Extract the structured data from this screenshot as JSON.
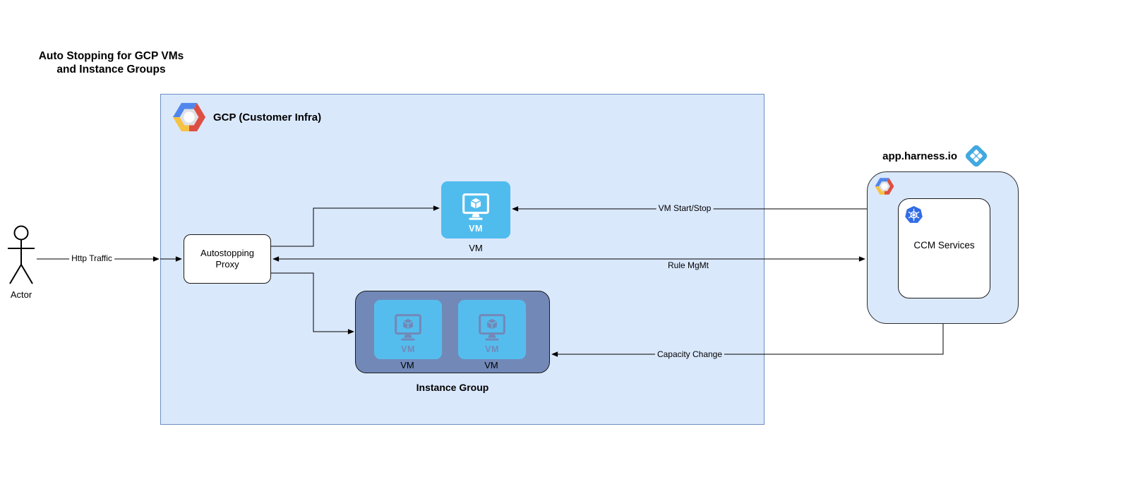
{
  "title": {
    "line1": "Auto Stopping for GCP VMs",
    "line2": "and Instance Groups"
  },
  "actor": {
    "label": "Actor"
  },
  "edges": {
    "http_traffic": "Http Traffic",
    "vm_start_stop": "VM Start/Stop",
    "rule_mgmt": "Rule MgMt",
    "capacity_change": "Capacity Change"
  },
  "gcp_box": {
    "label": "GCP (Customer Infra)"
  },
  "proxy": {
    "line1": "Autostopping",
    "line2": "Proxy"
  },
  "vm": {
    "icon_text": "VM",
    "label": "VM"
  },
  "instance_group": {
    "label": "Instance Group",
    "vms": [
      {
        "icon_text": "VM",
        "label": "VM"
      },
      {
        "icon_text": "VM",
        "label": "VM"
      }
    ]
  },
  "harness": {
    "label": "app.harness.io",
    "ccm_label": "CCM Services"
  },
  "icons": {
    "gcp_logo": "gcp-logo",
    "harness_logo": "harness-logo",
    "kubernetes_logo": "kubernetes-logo",
    "vm_monitor": "vm-monitor-icon",
    "actor_figure": "actor-stick-figure"
  },
  "colors": {
    "gcpfill": "#dae8fc",
    "gcpborder": "#6c8ebf",
    "vmtile": "#50bcee",
    "igfill": "#7289b8",
    "igtile": "#55bdee",
    "harnessblue": "#42a9e0",
    "k8sblue": "#326ce5",
    "line": "#000000"
  }
}
